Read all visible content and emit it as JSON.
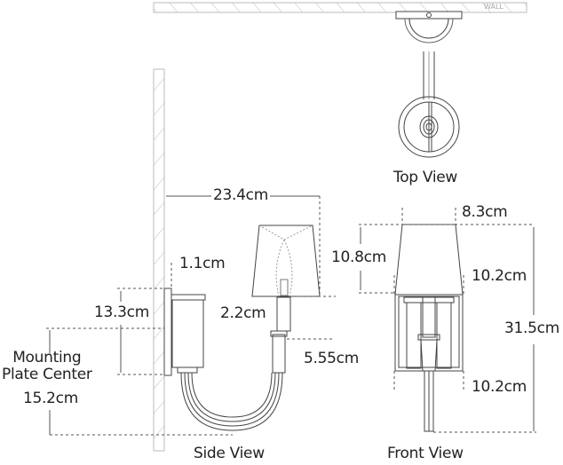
{
  "views": {
    "top": "Top View",
    "side": "Side View",
    "front": "Front View"
  },
  "wall_label": "WALL",
  "side_dims": {
    "depth": "23.4cm",
    "plate_offset": "1.1cm",
    "plate_height": "13.3cm",
    "mounting_label_line1": "Mounting",
    "mounting_label_line2": "Plate Center",
    "mounting_center": "15.2cm",
    "candle_width": "2.2cm",
    "cup_height": "5.55cm"
  },
  "front_dims": {
    "shade_top_width": "8.3cm",
    "shade_height": "10.8cm",
    "shade_bottom_width": "10.2cm",
    "backplate_width": "10.2cm",
    "overall_height": "31.5cm"
  }
}
